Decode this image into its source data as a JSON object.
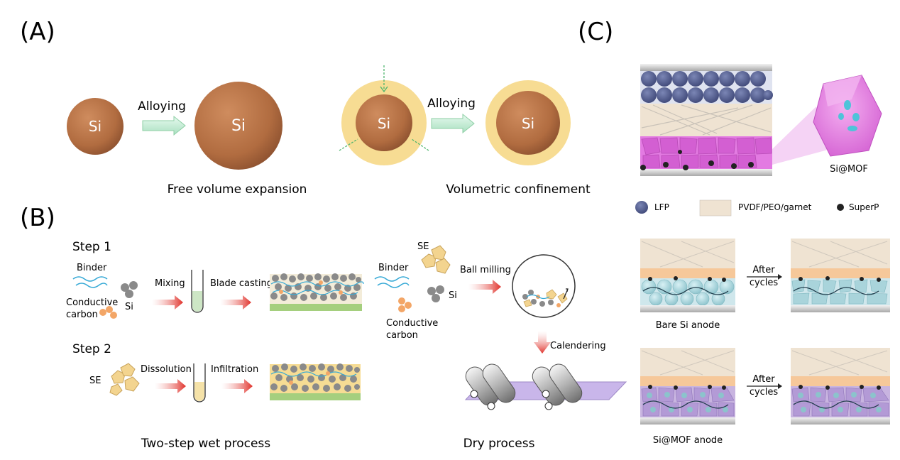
{
  "panels": {
    "a": {
      "label": "(A)",
      "si": "Si",
      "alloying": "Alloying",
      "free_caption": "Free volume expansion",
      "confined_caption": "Volumetric confinement"
    },
    "b": {
      "label": "(B)",
      "step1": "Step 1",
      "step2": "Step 2",
      "binder": "Binder",
      "conductive": "Conductive",
      "carbon": "carbon",
      "si": "Si",
      "mixing": "Mixing",
      "blade_casting": "Blade casting",
      "se": "SE",
      "dissolution": "Dissolution",
      "infiltration": "Infiltration",
      "ball_milling": "Ball milling",
      "calendering": "Calendering",
      "wet_caption": "Two-step wet process",
      "dry_caption": "Dry process"
    },
    "c": {
      "label": "(C)",
      "si_mof": "Si@MOF",
      "legend": {
        "lfp": "LFP",
        "pvdf": "PVDF/PEO/garnet",
        "superp": "SuperP"
      },
      "after": "After",
      "cycles": "cycles",
      "bare_caption": "Bare Si anode",
      "mof_caption": "Si@MOF anode"
    }
  },
  "colors": {
    "si_core": "#b87447",
    "shell": "#f7dc93",
    "arrow_green": "#c9efd9",
    "arrow_red": "#e0312a",
    "lfp": "#525c8c",
    "mof": "#e177e0",
    "electrolyte": "#efe3d2",
    "grey_particle": "#8a8a8a",
    "se_particle": "#f3d48f",
    "substrate": "#a5cf7e"
  }
}
